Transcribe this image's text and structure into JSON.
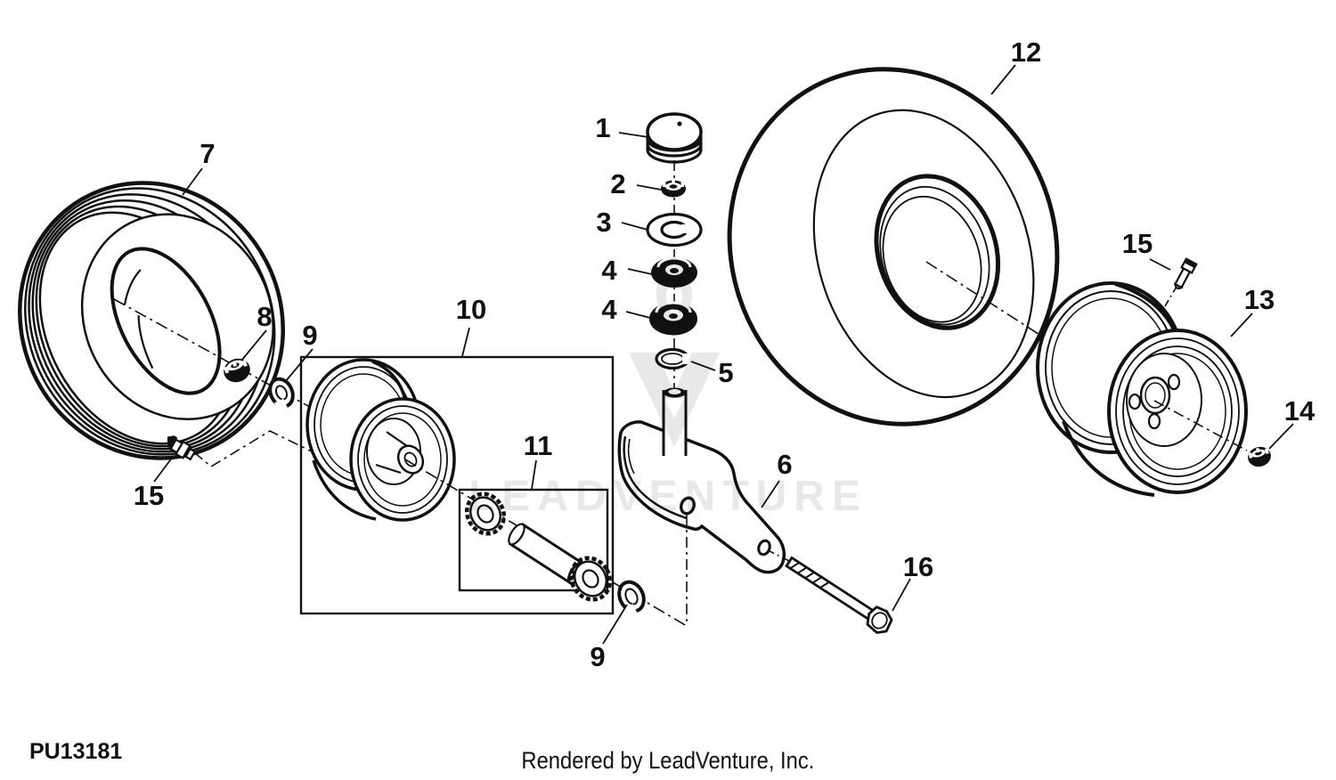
{
  "doc": {
    "code": "PU13181",
    "footer": "Rendered by LeadVenture, Inc."
  },
  "watermark": {
    "text": "LEADVENTURE",
    "color": "#e8e8e8"
  },
  "colors": {
    "line": "#111111",
    "background": "#ffffff"
  },
  "callouts": [
    {
      "label": "1"
    },
    {
      "label": "2"
    },
    {
      "label": "3"
    },
    {
      "label": "4"
    },
    {
      "label": "4"
    },
    {
      "label": "5"
    },
    {
      "label": "6"
    },
    {
      "label": "7"
    },
    {
      "label": "8"
    },
    {
      "label": "9"
    },
    {
      "label": "9"
    },
    {
      "label": "10"
    },
    {
      "label": "11"
    },
    {
      "label": "12"
    },
    {
      "label": "13"
    },
    {
      "label": "14"
    },
    {
      "label": "15"
    },
    {
      "label": "15"
    },
    {
      "label": "16"
    }
  ]
}
